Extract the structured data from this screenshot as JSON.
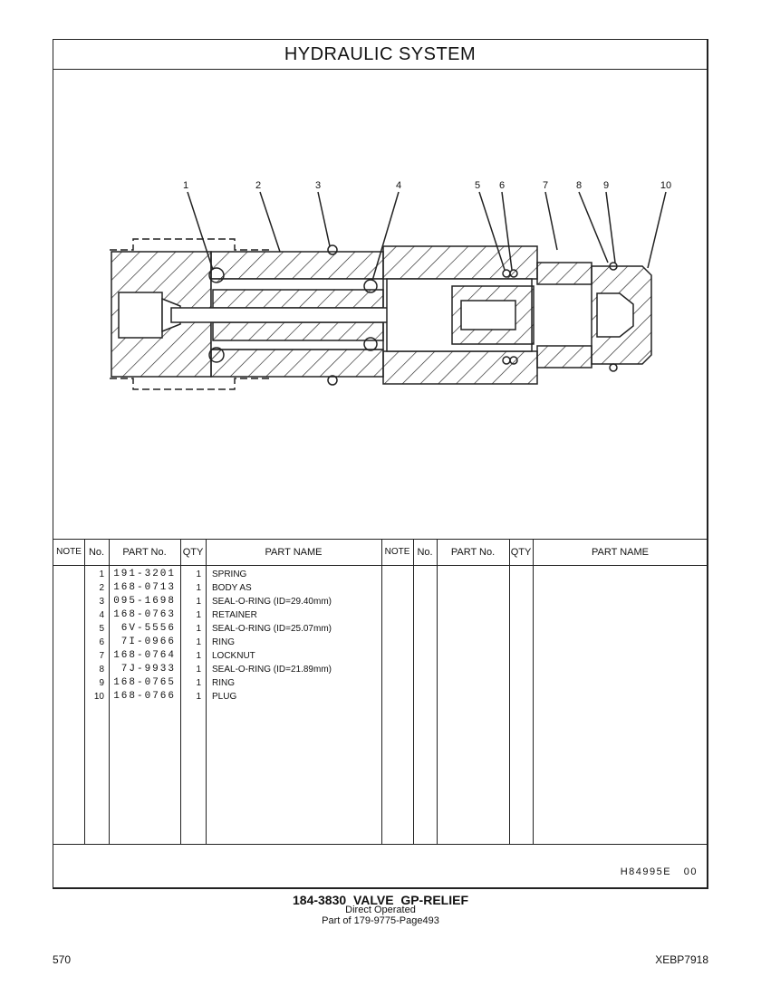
{
  "title": "HYDRAULIC SYSTEM",
  "callouts": [
    "1",
    "2",
    "3",
    "4",
    "5",
    "6",
    "7",
    "8",
    "9",
    "10"
  ],
  "table": {
    "headers": [
      "NOTE",
      "No.",
      "PART No.",
      "QTY",
      "PART NAME",
      "NOTE",
      "No.",
      "PART No.",
      "QTY",
      "PART NAME"
    ],
    "rows": [
      {
        "no": "1",
        "part": "191-3201",
        "qty": "1",
        "name": "SPRING"
      },
      {
        "no": "2",
        "part": "168-0713",
        "qty": "1",
        "name": "BODY AS"
      },
      {
        "no": "3",
        "part": "095-1698",
        "qty": "1",
        "name": "SEAL-O-RING (ID=29.40mm)"
      },
      {
        "no": "4",
        "part": "168-0763",
        "qty": "1",
        "name": "RETAINER"
      },
      {
        "no": "5",
        "part": "6V-5556",
        "qty": "1",
        "name": "SEAL-O-RING (ID=25.07mm)"
      },
      {
        "no": "6",
        "part": "7I-0966",
        "qty": "1",
        "name": "RING"
      },
      {
        "no": "7",
        "part": "168-0764",
        "qty": "1",
        "name": "LOCKNUT"
      },
      {
        "no": "8",
        "part": "7J-9933",
        "qty": "1",
        "name": "SEAL-O-RING (ID=21.89mm)"
      },
      {
        "no": "9",
        "part": "168-0765",
        "qty": "1",
        "name": "RING"
      },
      {
        "no": "10",
        "part": "168-0766",
        "qty": "1",
        "name": "PLUG"
      }
    ]
  },
  "illustration_code": "H84995E   00",
  "caption": {
    "line1": "184-3830  VALVE  GP-RELIEF",
    "line2": "Direct  Operated",
    "line3": "Part of 179-9775-Page493"
  },
  "page_number": "570",
  "doc_code": "XEBP7918"
}
